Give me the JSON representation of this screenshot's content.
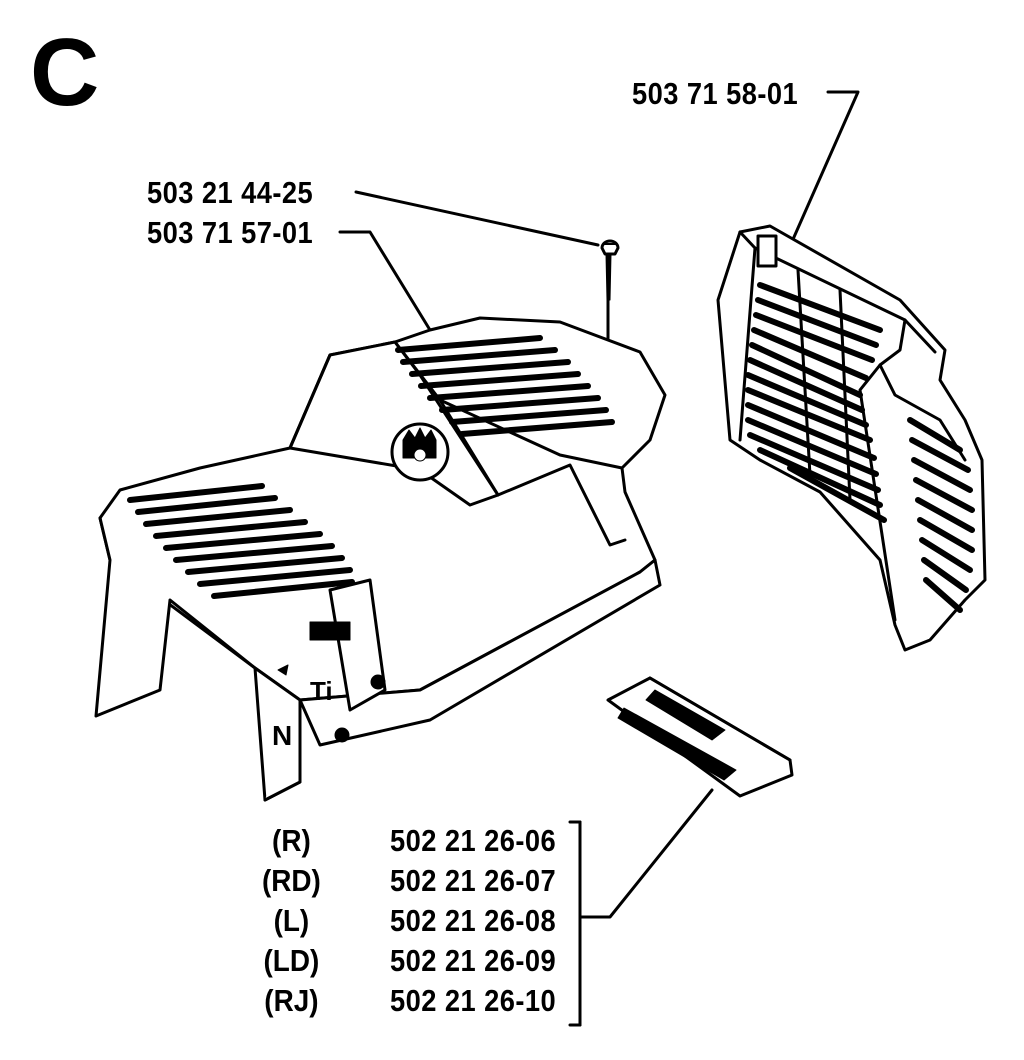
{
  "section_letter": "C",
  "callouts": {
    "grille": "503 71 58-01",
    "screw": "503 21 44-25",
    "cover": "503 71 57-01"
  },
  "decal_variants": [
    {
      "code": "(R)",
      "part": "502 21 26-06"
    },
    {
      "code": "(RD)",
      "part": "502 21 26-07"
    },
    {
      "code": "(L)",
      "part": "502 21 26-08"
    },
    {
      "code": "(LD)",
      "part": "502 21 26-09"
    },
    {
      "code": "(RJ)",
      "part": "502 21 26-10"
    }
  ]
}
